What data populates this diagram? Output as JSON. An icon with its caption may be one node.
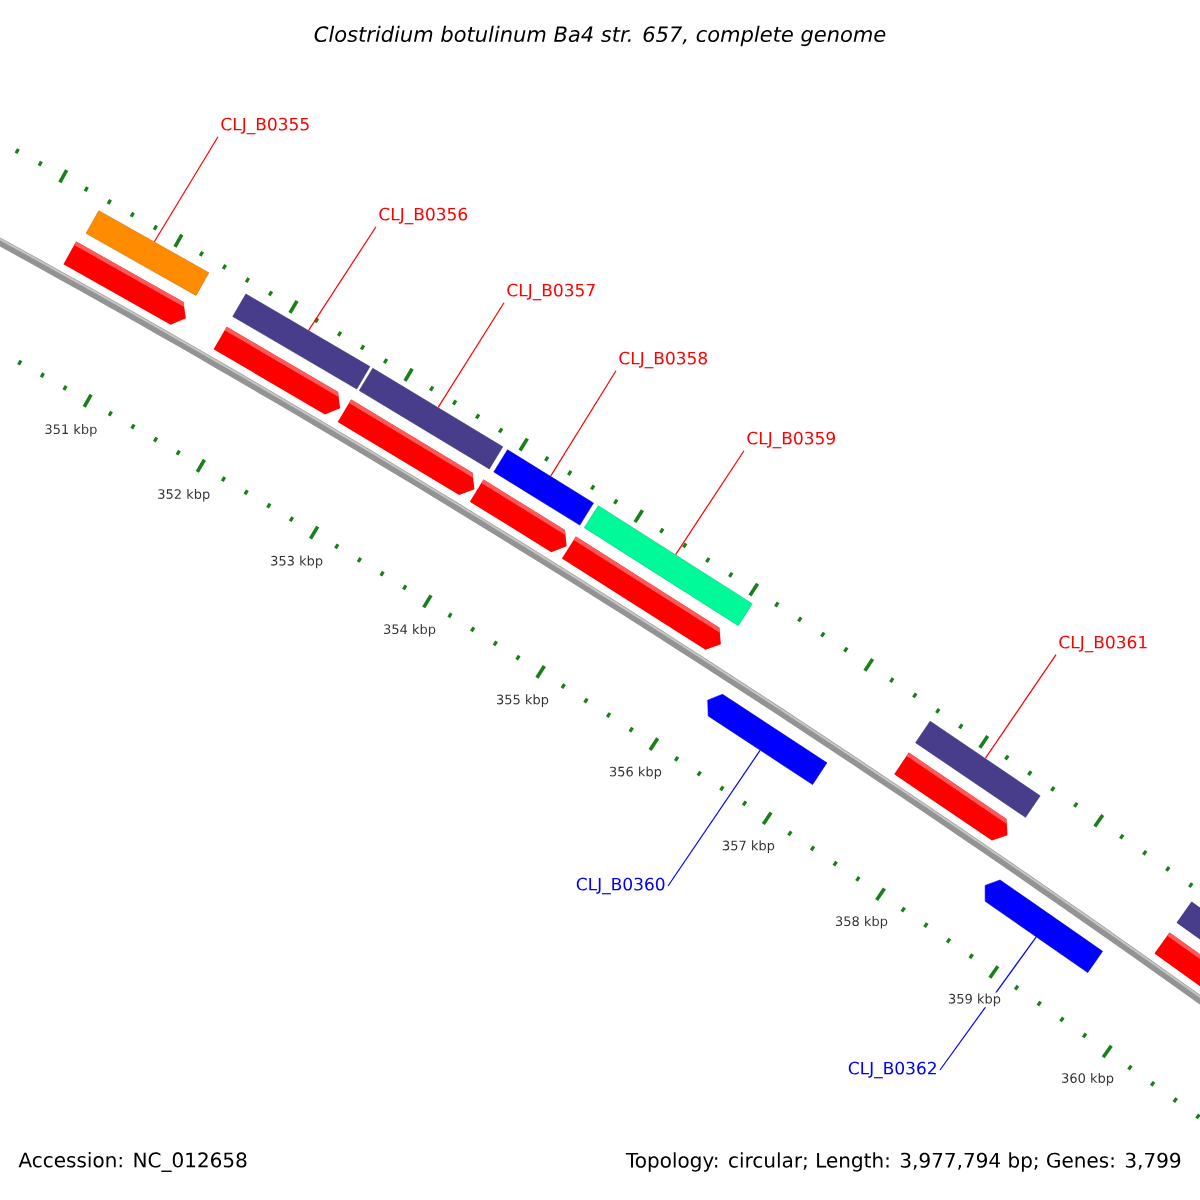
{
  "diagram": {
    "title": "Clostridium botulinum Ba4 str. 657, complete genome",
    "nodes": [
      {
        "text": [
          "CLJ_B0355"
        ]
      },
      {
        "text": [],
        "shape": "bar"
      },
      {
        "text": [
          "CLJ_B0356"
        ]
      },
      {
        "text": [],
        "shape": "bar"
      },
      {
        "text": [
          "CLJ_B0357"
        ]
      },
      {
        "text": [],
        "shape": "bar"
      },
      {
        "text": [
          "CLJ_B0358"
        ]
      },
      {
        "text": [],
        "shape": "bar"
      },
      {
        "text": [
          "CLJ_B0359"
        ]
      },
      {
        "text": [],
        "shape": "bar"
      },
      {
        "text": [
          "CLJ_B0360"
        ]
      },
      {
        "text": [],
        "shape": "arrow"
      },
      {
        "text": [
          "CLJ_B0361"
        ]
      },
      {
        "text": [],
        "shape": "bar"
      },
      {
        "text": [
          "CLJ_B0362"
        ]
      },
      {
        "text": [],
        "shape": "arrow"
      }
    ],
    "edges": [
      {
        "from": 0,
        "to": 1,
        "arrow": "none"
      },
      {
        "from": 2,
        "to": 3,
        "arrow": "none"
      },
      {
        "from": 4,
        "to": 5,
        "arrow": "none"
      },
      {
        "from": 6,
        "to": 7,
        "arrow": "none"
      },
      {
        "from": 8,
        "to": 9,
        "arrow": "none"
      },
      {
        "from": 10,
        "to": 11,
        "arrow": "none",
        "color": "#0000ff"
      },
      {
        "from": 12,
        "to": 13,
        "arrow": "none"
      },
      {
        "from": 14,
        "to": 15,
        "arrow": "none",
        "color": "#0000ff"
      }
    ],
    "labels": [
      "351 kbp",
      "352 kbp",
      "353 kbp",
      "354 kbp",
      "355 kbp",
      "356 kbp",
      "357 kbp",
      "358 kbp",
      "359 kbp",
      "360 kbp",
      "Accession: NC_012658",
      "Topology: circular; Length: 3,977,794 bp; Genes: 3,799"
    ]
  }
}
